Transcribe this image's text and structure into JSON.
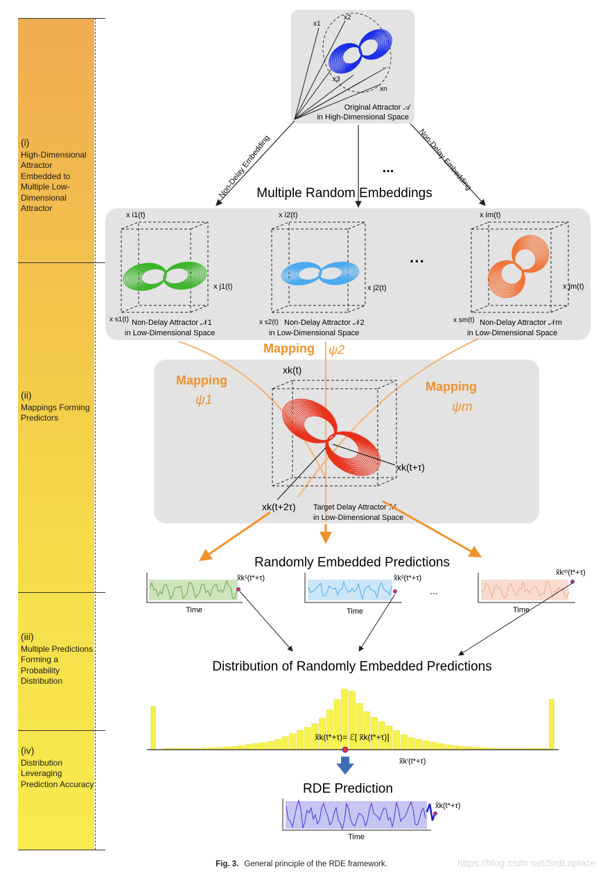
{
  "stages": [
    {
      "num": "(i)",
      "label": "High-Dimensional Attractor Embedded to Multiple Low-Dimensional Attractor"
    },
    {
      "num": "(ii)",
      "label": "Mappings Forming Predictors"
    },
    {
      "num": "(iii)",
      "label": "Multiple Predictions Forming a Probability Distribution"
    },
    {
      "num": "(iv)",
      "label": "Distribution Leveraging Prediction Accuracy"
    }
  ],
  "original": {
    "axis_labels": [
      "x1",
      "x2",
      "x3",
      "...",
      "xn"
    ],
    "caption_line1": "Original Attractor 𝒜",
    "caption_line2": "in High-Dimensional Space"
  },
  "embedding": {
    "left_arrow_label": "Non-Delay Embedding",
    "right_arrow_label": "Non-Delay Embedding",
    "middle_dots": "...",
    "heading": "Multiple Random Embeddings"
  },
  "attractors": [
    {
      "color": "#3fb52d",
      "axis_z": "x i1(t)",
      "axis_x": "x j1(t)",
      "axis_y": "x s1(t)",
      "caption1": "Non-Delay Attractor 𝒩1",
      "caption2": "in Low-Dimensional Space"
    },
    {
      "color": "#4aaaf0",
      "axis_z": "x i2(t)",
      "axis_x": "x j2(t)",
      "axis_y": "x s2(t)",
      "caption1": "Non-Delay Attractor 𝒩2",
      "caption2": "in Low-Dimensional Space"
    },
    {
      "color": "#f0773a",
      "axis_z": "x im(t)",
      "axis_x": "x jm(t)",
      "axis_y": "x sm(t)",
      "caption1": "Non-Delay Attractor 𝒩m",
      "caption2": "in Low-Dimensional Space"
    }
  ],
  "attractor_dots": "···",
  "mappings": [
    {
      "word": "Mapping",
      "symbol": "ψ1"
    },
    {
      "word": "Mapping",
      "symbol": "ψ2"
    },
    {
      "word": "Mapping",
      "symbol": "ψm"
    }
  ],
  "target": {
    "axis_z": "xk(t)",
    "axis_x": "xk(t+τ)",
    "axis_y": "xk(t+2τ)",
    "caption1": "Target Delay Attractor ℳ",
    "caption2": "in Low-Dimensional Space",
    "color": "#e8321c"
  },
  "predictions": {
    "heading": "Randomly Embedded Predictions",
    "panels": [
      {
        "label": "x̃k¹(t*+τ)",
        "time": "Time",
        "color": "#8fc070"
      },
      {
        "label": "x̃k²(t*+τ)",
        "time": "Time",
        "color": "#7cc3f0"
      },
      {
        "label": "x̃kᵐ(t*+τ)",
        "time": "Time",
        "color": "#f0a88a"
      }
    ],
    "dots": "..."
  },
  "distribution": {
    "heading": "Distribution of Randomly Embedded Predictions",
    "formula": "x̃k(t*+τ)= ℰ[ x̃k(t*+τ)]",
    "x_label": "x̃kⁱ(t*+τ)",
    "bar_color": "#f7f24a"
  },
  "rde": {
    "heading": "RDE Prediction",
    "label": "x̃k(t*+τ)",
    "time": "Time",
    "color": "#3b3bd6"
  },
  "caption": {
    "fig": "Fig. 3.",
    "text": "General principle of the RDE framework."
  },
  "watermark": "https://blog.csdn.net/SrdLaplace"
}
